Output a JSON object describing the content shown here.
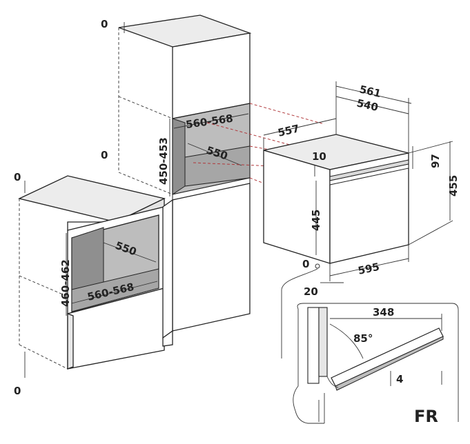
{
  "diagram": {
    "tall_cabinet": {
      "zero_top": "0",
      "zero_mid": "0",
      "niche_width": "560-568",
      "niche_height": "450-453",
      "niche_depth": "550"
    },
    "low_cabinet": {
      "zero_top": "0",
      "zero_bottom": "0",
      "niche_height": "460-462",
      "niche_depth": "550",
      "niche_width": "560-568"
    },
    "oven": {
      "depth_outer": "561",
      "depth_inner": "540",
      "depth_total": "557",
      "top_gap": "10",
      "panel_height": "97",
      "total_height": "455",
      "body_height": "445",
      "width": "595",
      "zero": "0",
      "front_offset": "20"
    },
    "door_detail": {
      "door_length": "348",
      "angle": "85°",
      "drop": "4"
    },
    "logo": "FR"
  }
}
